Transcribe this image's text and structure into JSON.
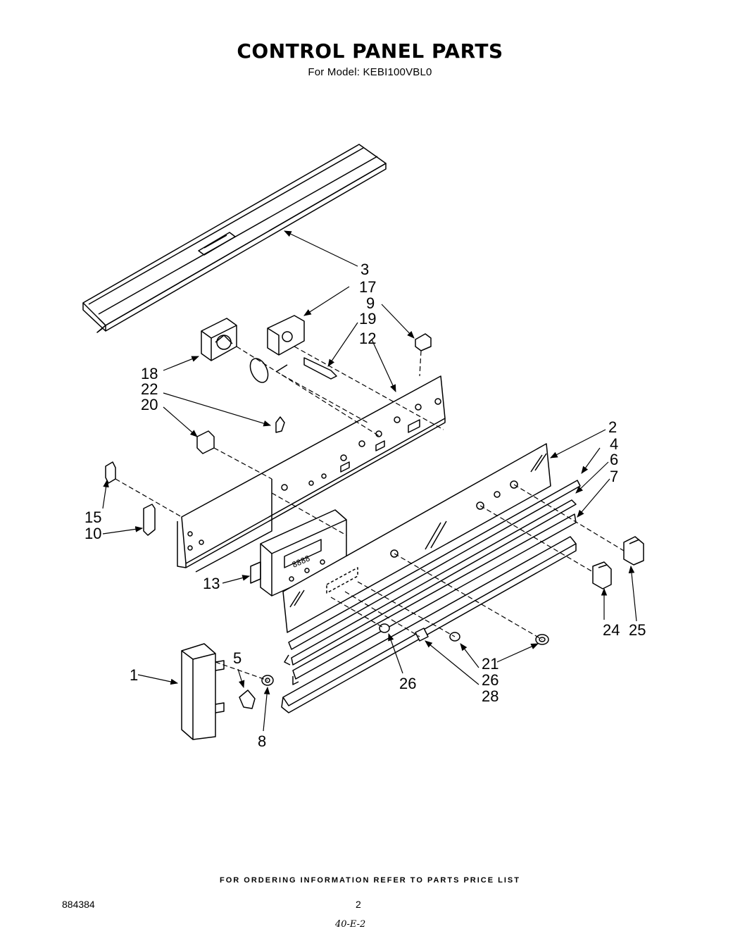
{
  "header": {
    "title": "CONTROL PANEL PARTS",
    "model_label": "For Model: KEBI100VBL0"
  },
  "callouts": {
    "c1": "1",
    "c2": "2",
    "c3": "3",
    "c4": "4",
    "c5": "5",
    "c6": "6",
    "c7": "7",
    "c8": "8",
    "c9": "9",
    "c10": "10",
    "c12": "12",
    "c13": "13",
    "c15": "15",
    "c17": "17",
    "c18": "18",
    "c19": "19",
    "c20": "20",
    "c21": "21",
    "c22": "22",
    "c24": "24",
    "c25": "25",
    "c26a": "26",
    "c26b": "26",
    "c28": "28"
  },
  "display_text": "8888",
  "footer": {
    "ordering_note": "FOR ORDERING INFORMATION REFER TO PARTS PRICE LIST",
    "doc_number": "884384",
    "page_number": "2",
    "handwritten_note": "40-E-2"
  }
}
